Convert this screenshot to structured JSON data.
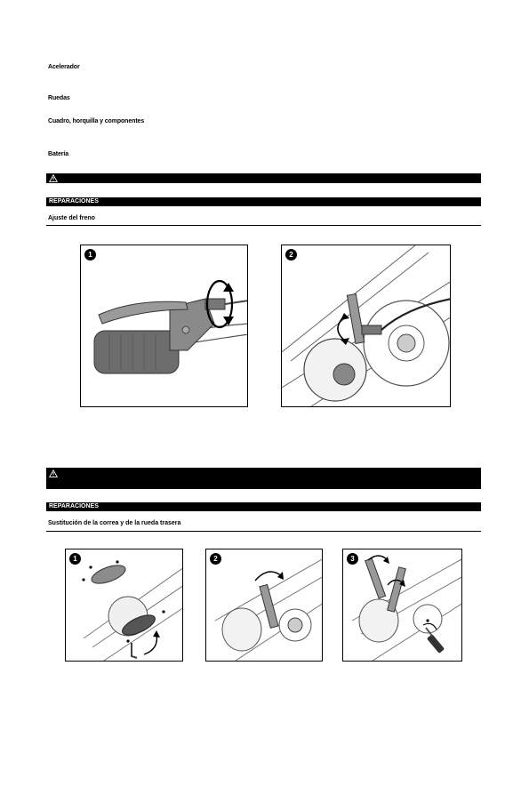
{
  "sections": [
    {
      "label": "Acelerador"
    },
    {
      "label": "Ruedas"
    },
    {
      "label": "Cuadro, horquilla y componentes"
    },
    {
      "label": "Batería"
    }
  ],
  "repairs": [
    {
      "header": "REPARACIONES",
      "subtitle": "Ajuste del freno",
      "figures": [
        "1",
        "2"
      ]
    },
    {
      "header": "REPARACIONES",
      "subtitle": "Sustitución de la correa y de la rueda trasera",
      "figures": [
        "1",
        "2",
        "3"
      ]
    }
  ],
  "icons": {
    "warning": "warning-triangle-icon"
  }
}
